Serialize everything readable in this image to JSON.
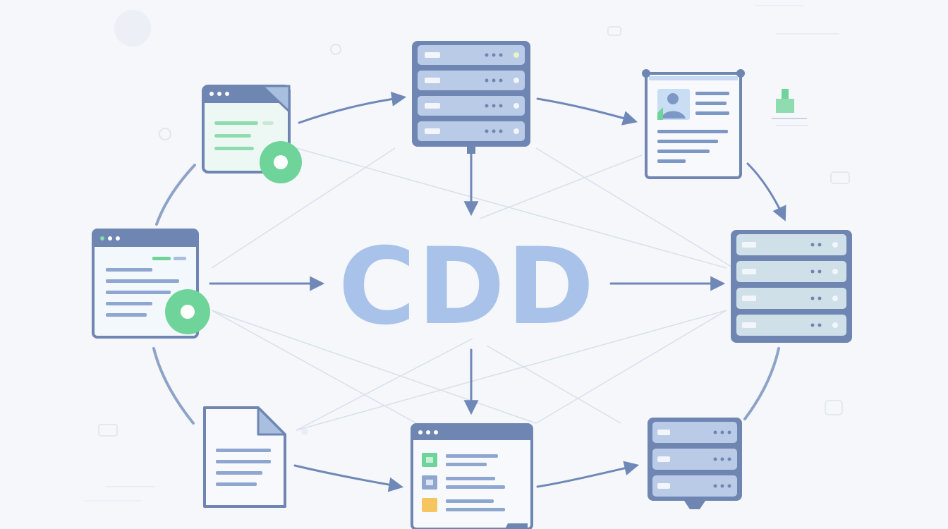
{
  "diagram": {
    "title": "CDD",
    "nodes": [
      {
        "id": "doc-top-left",
        "kind": "document-window"
      },
      {
        "id": "server-top",
        "kind": "server-stack"
      },
      {
        "id": "profile-card",
        "kind": "profile-document"
      },
      {
        "id": "browser-left",
        "kind": "browser-window"
      },
      {
        "id": "server-right",
        "kind": "server-stack"
      },
      {
        "id": "doc-bottom-left",
        "kind": "document"
      },
      {
        "id": "list-window-bottom",
        "kind": "list-window"
      },
      {
        "id": "server-bottom-right",
        "kind": "server-stack"
      }
    ],
    "edges": [
      {
        "from": "doc-top-left",
        "to": "server-top"
      },
      {
        "from": "server-top",
        "to": "profile-card"
      },
      {
        "from": "profile-card",
        "to": "server-right"
      },
      {
        "from": "server-top",
        "to": "title"
      },
      {
        "from": "browser-left",
        "to": "title"
      },
      {
        "from": "title",
        "to": "server-right"
      },
      {
        "from": "title",
        "to": "list-window-bottom"
      },
      {
        "from": "doc-bottom-left",
        "to": "list-window-bottom"
      },
      {
        "from": "list-window-bottom",
        "to": "server-bottom-right"
      }
    ]
  },
  "colors": {
    "background": "#f5f7fa",
    "outline": "#6f86b3",
    "fill_blue": "#a9bfe0",
    "fill_light": "#e8f5f0",
    "accent_green": "#6fd49a",
    "accent_yellow": "#f5c660",
    "title": "#a9c2ea",
    "arrow": "#7088b8",
    "faint_line": "#d5deea"
  },
  "icons": [
    "document-window-icon",
    "server-icon",
    "profile-card-icon",
    "browser-window-icon",
    "document-icon",
    "list-window-icon",
    "green-badge-icon",
    "user-avatar-icon"
  ]
}
